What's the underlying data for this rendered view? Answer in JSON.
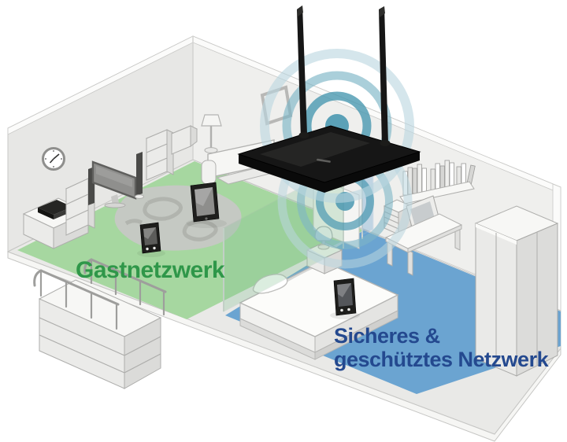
{
  "illustration": {
    "labels": {
      "guest": "Gastnetzwerk",
      "secure_line1": "Sicheres &",
      "secure_line2": "geschütztes Netzwerk"
    },
    "colors": {
      "guest_zone": "#a6d7a0",
      "guest_label": "#2f9749",
      "secure_zone": "#6ba4d1",
      "secure_label": "#24498f",
      "wifi_ring_strong": "#4a98b0",
      "wifi_ring_mid": "#7db5c6",
      "wifi_ring_soft": "#b9d5df",
      "router_black": "#161616"
    },
    "objects": [
      "wifi-router",
      "router-antenna",
      "wifi-signal",
      "wall-clock",
      "television",
      "speaker",
      "tv-cabinet",
      "shelf-unit",
      "sofa",
      "floor-lamp",
      "rug",
      "tablet",
      "smartphone",
      "stairs",
      "bed",
      "pillow",
      "nightstand",
      "table-lamp",
      "desk",
      "laptop",
      "drawer-unit",
      "wall-bookshelf",
      "wardrobe",
      "glass-partition",
      "picture-frame"
    ]
  }
}
